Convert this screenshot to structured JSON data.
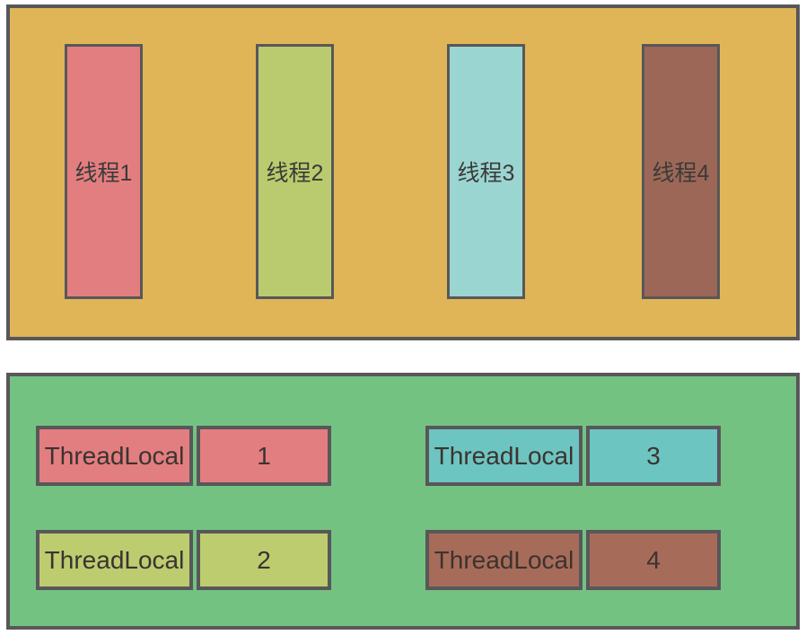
{
  "diagram": {
    "border_color": "#58575a",
    "top_panel": {
      "background": "#dfb557",
      "threads": [
        {
          "label": "线程1",
          "color": "#e37e80"
        },
        {
          "label": "线程2",
          "color": "#b9cb6e"
        },
        {
          "label": "线程3",
          "color": "#9ad5d1"
        },
        {
          "label": "线程4",
          "color": "#9d6757"
        }
      ]
    },
    "bottom_panel": {
      "background": "#74c282",
      "entries": [
        {
          "key": "ThreadLocal",
          "value": "1",
          "color": "#e37e80"
        },
        {
          "key": "ThreadLocal",
          "value": "2",
          "color": "#bccc6f"
        },
        {
          "key": "ThreadLocal",
          "value": "3",
          "color": "#6dc5c1"
        },
        {
          "key": "ThreadLocal",
          "value": "4",
          "color": "#a76c59"
        }
      ]
    }
  }
}
